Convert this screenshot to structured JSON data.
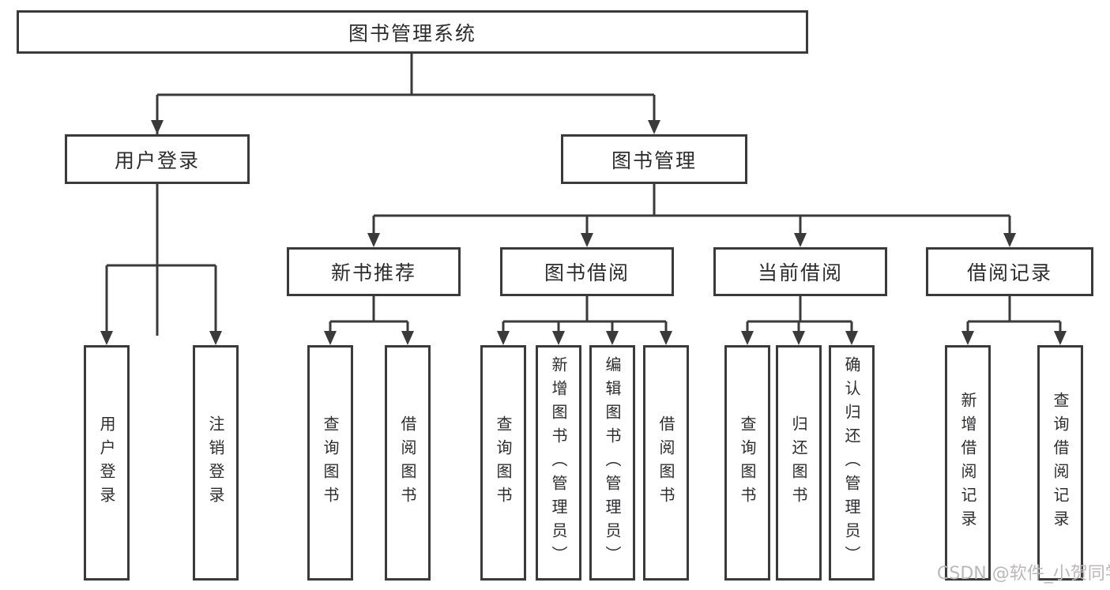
{
  "diagram": {
    "root": {
      "label": "图书管理系统"
    },
    "branches": [
      {
        "label": "用户登录",
        "leaves": [
          {
            "label": "用户登录"
          },
          {
            "label": "注销登录"
          }
        ]
      },
      {
        "label": "图书管理",
        "children": [
          {
            "label": "新书推荐",
            "leaves": [
              {
                "label": "查询图书"
              },
              {
                "label": "借阅图书"
              }
            ]
          },
          {
            "label": "图书借阅",
            "leaves": [
              {
                "label": "查询图书"
              },
              {
                "label": "新增图书（管理员）"
              },
              {
                "label": "编辑图书（管理员）"
              },
              {
                "label": "借阅图书"
              }
            ]
          },
          {
            "label": "当前借阅",
            "leaves": [
              {
                "label": "查询图书"
              },
              {
                "label": "归还图书"
              },
              {
                "label": "确认归还（管理员）"
              }
            ]
          },
          {
            "label": "借阅记录",
            "leaves": [
              {
                "label": "新增借阅记录"
              },
              {
                "label": "查询借阅记录"
              }
            ]
          }
        ]
      }
    ]
  },
  "watermark": {
    "text": "CSDN @软件_小贺同学"
  },
  "colors": {
    "line": "#3a3a3a",
    "text": "#2d2d30",
    "watermark": "#bcb7b8",
    "background": "#ffffff"
  }
}
